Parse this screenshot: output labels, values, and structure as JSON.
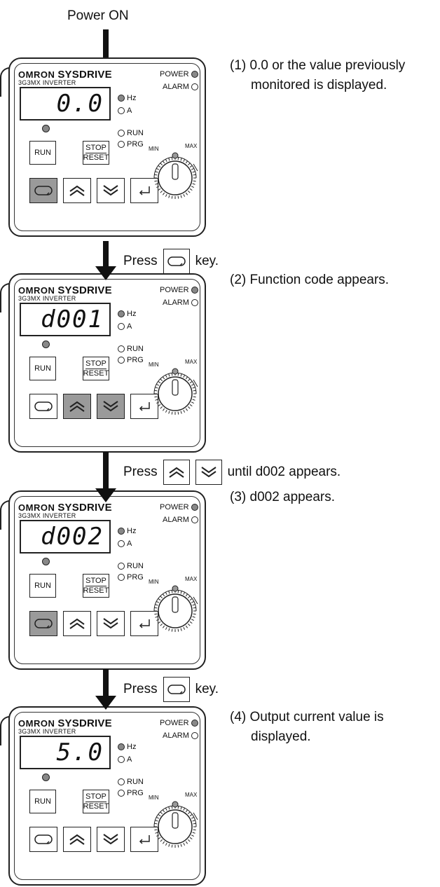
{
  "power_on": "Power ON",
  "press_word": "Press",
  "key_word": "key.",
  "until_text": "until d002 appears.",
  "panel": {
    "brand": "SYSDRIVE",
    "maker": "OMRON",
    "model": "3G3MX",
    "model2": "INVERTER",
    "power": "POWER",
    "alarm": "ALARM",
    "hz": "Hz",
    "a": "A",
    "run": "RUN",
    "prg": "PRG",
    "run_btn": "RUN",
    "stop": "STOP",
    "reset": "RESET",
    "min": "MIN",
    "max": "MAX"
  },
  "steps": [
    {
      "display": "0.0",
      "caption_line1": "(1) 0.0 or the value previously",
      "caption_line2": "monitored is displayed.",
      "highlight": [
        "mode"
      ]
    },
    {
      "display": "d001",
      "caption_line1": "(2) Function code appears.",
      "caption_line2": "",
      "highlight": [
        "up",
        "down"
      ]
    },
    {
      "display": "d002",
      "caption_line1": "(3) d002 appears.",
      "caption_line2": "",
      "highlight": [
        "mode"
      ]
    },
    {
      "display": "5.0",
      "caption_line1": "(4) Output current value is",
      "caption_line2": "displayed.",
      "highlight": []
    }
  ]
}
